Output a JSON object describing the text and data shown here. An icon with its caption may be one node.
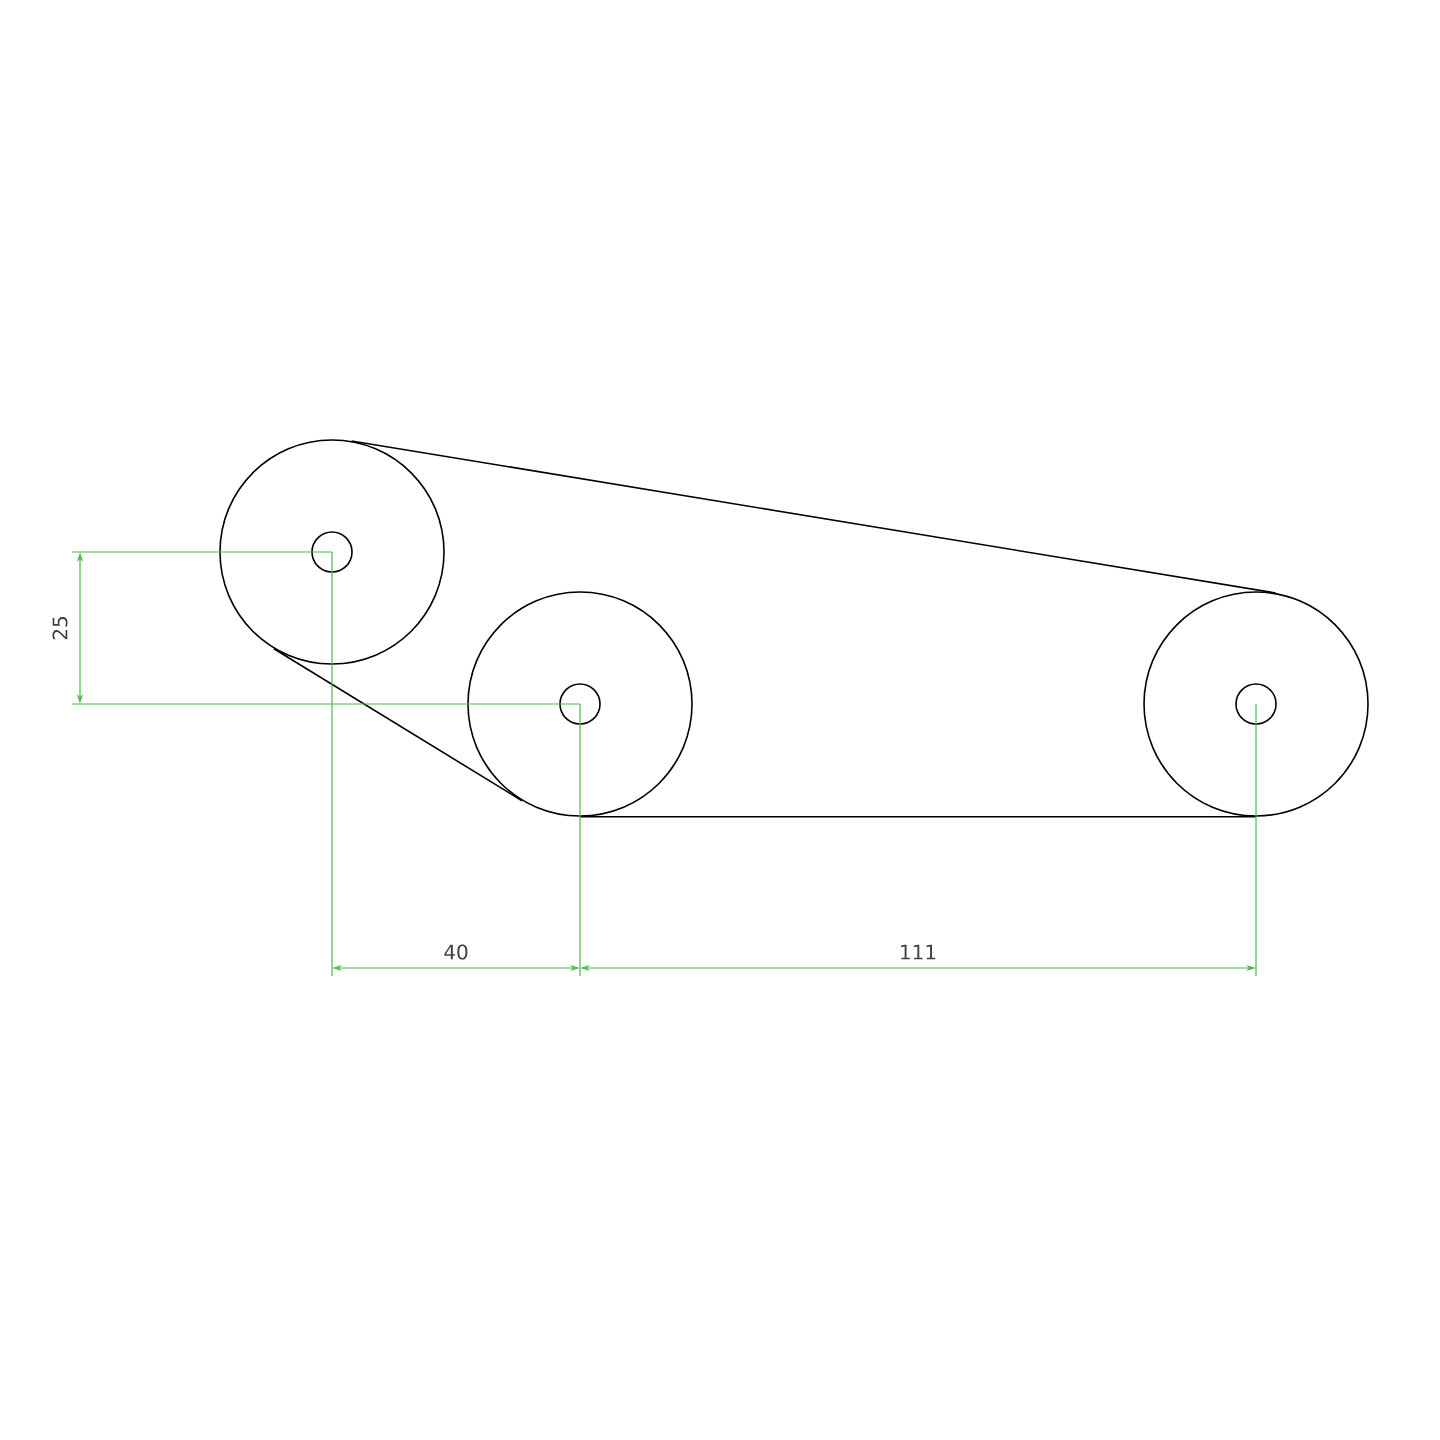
{
  "diagram": {
    "nodes": [
      {
        "text": [],
        "shape": "circle"
      },
      {
        "text": [],
        "shape": "circle"
      },
      {
        "text": [],
        "shape": "circle"
      }
    ],
    "edges": [
      {
        "from": 0,
        "to": 2,
        "arrow": "none"
      },
      {
        "from": 0,
        "to": 1,
        "arrow": "none"
      },
      {
        "from": 1,
        "to": 2,
        "arrow": "none"
      }
    ],
    "labels": [
      "25",
      "40",
      "111"
    ]
  }
}
